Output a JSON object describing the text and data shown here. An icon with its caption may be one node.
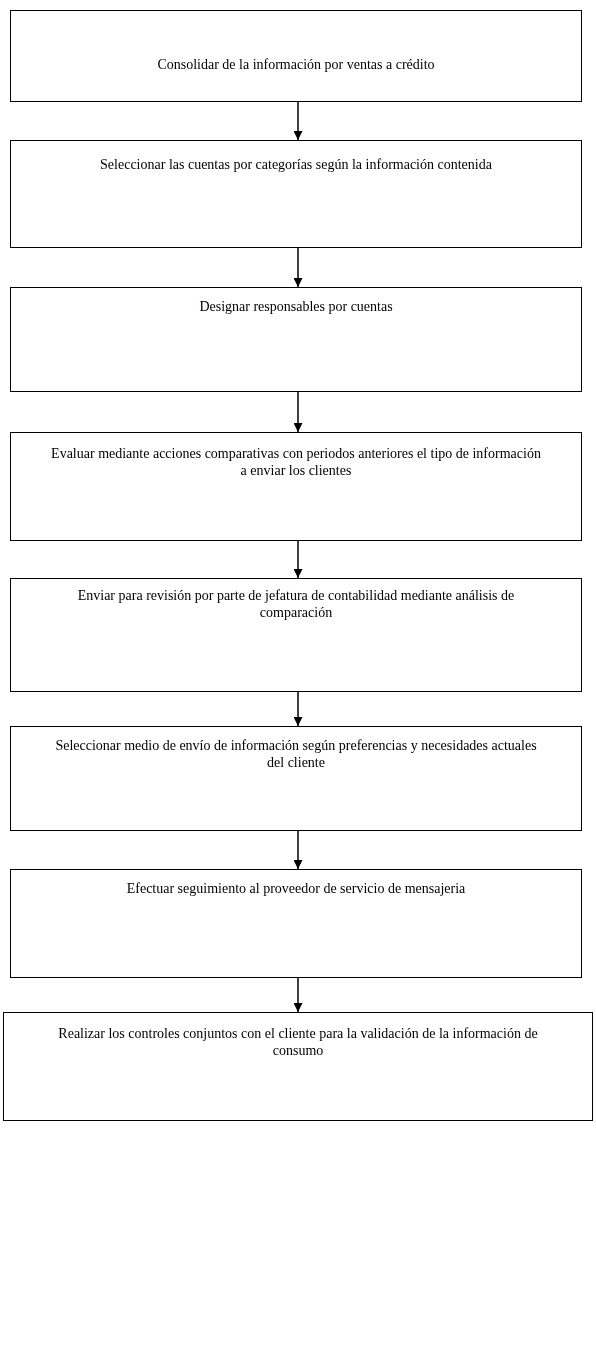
{
  "diagram": {
    "nodes": [
      {
        "text": [
          "Consolidar de la información por ventas a crédito"
        ]
      },
      {
        "text": [
          "Seleccionar  las cuentas por categorías según la información contenida"
        ]
      },
      {
        "text": [
          "Designar responsables por cuentas"
        ]
      },
      {
        "text": [
          "Evaluar mediante acciones comparativas con periodos anteriores el tipo de información a enviar los clientes"
        ]
      },
      {
        "text": [
          "Enviar para revisión por parte de jefatura de contabilidad mediante análisis de comparación"
        ]
      },
      {
        "text": [
          "Seleccionar medio de envío de información según preferencias y necesidades actuales del cliente"
        ]
      },
      {
        "text": [
          "Efectuar seguimiento al proveedor de servicio de mensajeria"
        ]
      },
      {
        "text": [
          "Realizar los controles conjuntos con el cliente para la validación de la información de consumo"
        ]
      }
    ],
    "edges": [
      {
        "from": 0,
        "to": 1,
        "arrow": "to"
      },
      {
        "from": 1,
        "to": 2,
        "arrow": "to"
      },
      {
        "from": 2,
        "to": 3,
        "arrow": "to"
      },
      {
        "from": 3,
        "to": 4,
        "arrow": "to"
      },
      {
        "from": 4,
        "to": 5,
        "arrow": "to"
      },
      {
        "from": 5,
        "to": 6,
        "arrow": "to"
      },
      {
        "from": 6,
        "to": 7,
        "arrow": "to"
      }
    ]
  }
}
